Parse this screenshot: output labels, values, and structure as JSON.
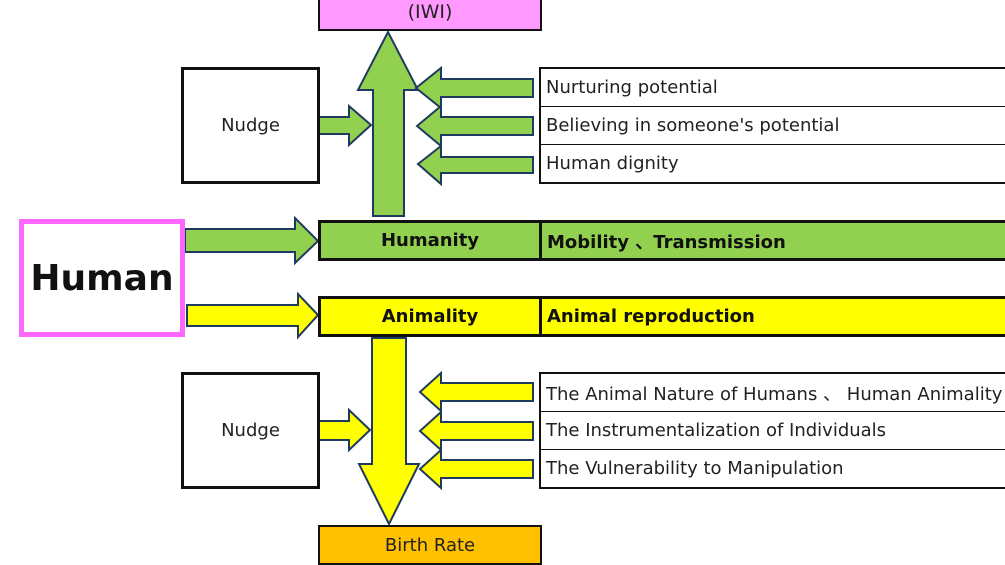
{
  "colors": {
    "green": "#92d050",
    "yellow": "#ffff00",
    "magenta": "#ff99ff",
    "magenta_border": "#ff66ff",
    "orange": "#ffc000",
    "arrow_outline": "#1f3a5f"
  },
  "top_box": {
    "label": "(IWI)"
  },
  "human": {
    "label": "Human"
  },
  "upper": {
    "nudge_label": "Nudge",
    "factors": [
      "Nurturing potential",
      "Believing in someone's potential",
      "Human dignity"
    ],
    "bar_label": "Humanity",
    "bar_desc": "Mobility 、Transmission"
  },
  "lower": {
    "nudge_label": "Nudge",
    "factors": [
      "The Animal Nature of Humans 、 Human Animality",
      "The Instrumentalization of Individuals",
      "The Vulnerability to Manipulation"
    ],
    "bar_label": "Animality",
    "bar_desc": "Animal reproduction"
  },
  "bottom_box": {
    "label": "Birth Rate"
  }
}
